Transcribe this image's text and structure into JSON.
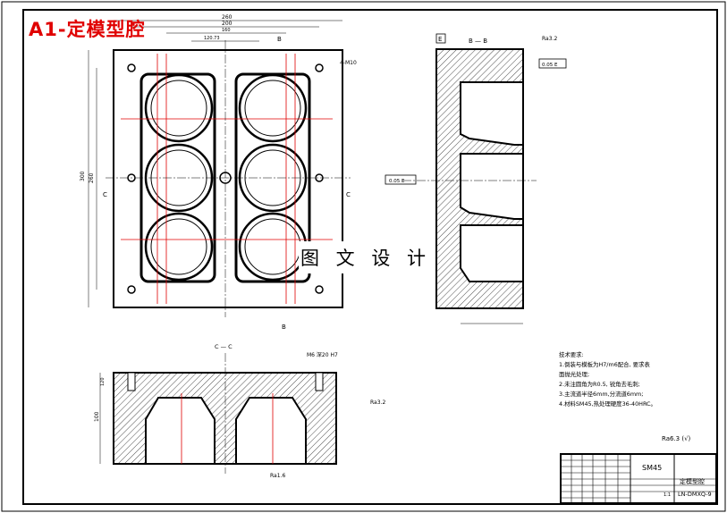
{
  "title": "A1-定模型腔",
  "watermark": "图 文 设 计",
  "top_view": {
    "dims": [
      "260",
      "200",
      "160",
      "120.73",
      "300",
      "260"
    ],
    "section_marks": [
      "B",
      "B",
      "C",
      "C"
    ],
    "callout": "4-M10"
  },
  "side_view": {
    "section_label": "B — B",
    "datum": "E",
    "roughness": "Ra3.2",
    "tolerance_top": "0.05 E",
    "tolerance_left": "0.05 E"
  },
  "bottom_view": {
    "section_label": "C — C",
    "thread": "M6 深20 H7",
    "roughness_right": "Ra3.2",
    "roughness_bottom": "Ra1.6",
    "dims": [
      "120",
      "100"
    ]
  },
  "tech_requirements": {
    "heading": "技术要求:",
    "items": [
      "1.倒装与模板为H7/m6配合, 要求表",
      "面抛光处理;",
      "2.未注圆角为R0.5, 锐角去毛刺;",
      "3.主流道半径6mm,分流道6mm;",
      "4.材料SM45,热处理硬度36-40HRC。"
    ]
  },
  "overall_roughness": "Ra6.3 (√)",
  "title_block": {
    "material": "SM45",
    "part_name": "定模型腔",
    "drawing_no": "LN-DMXQ-9",
    "sheet": "1:1"
  }
}
